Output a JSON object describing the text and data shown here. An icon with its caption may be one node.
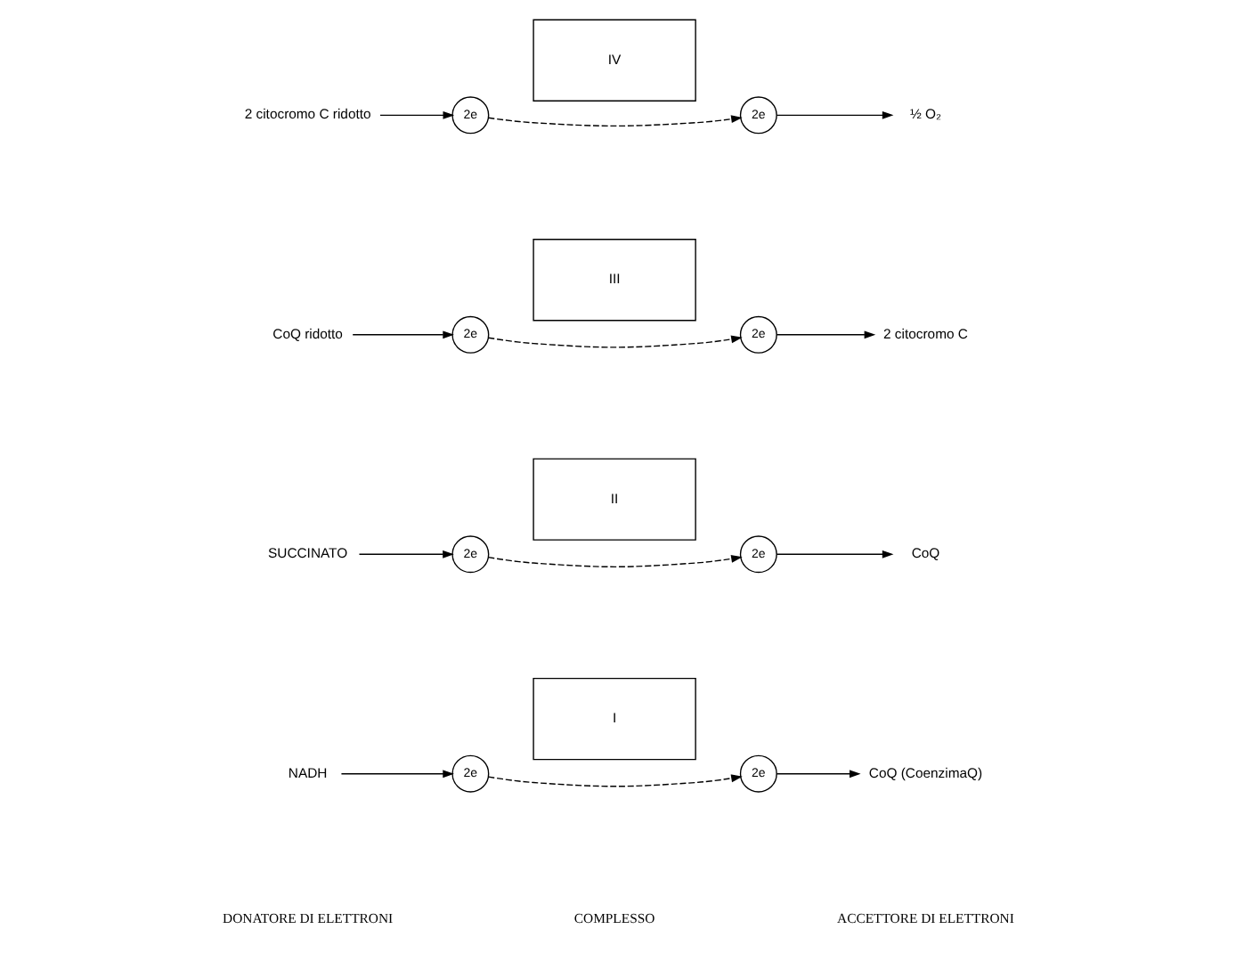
{
  "diagram": {
    "nodes": [
      {
        "text": [
          "NADH"
        ]
      },
      {
        "text": [
          "2e"
        ]
      },
      {
        "text": [
          "I"
        ]
      },
      {
        "text": [
          "2e"
        ]
      },
      {
        "text": [
          "CoQ (CoenzimaQ)"
        ]
      },
      {
        "text": [
          "SUCCINATO"
        ]
      },
      {
        "text": [
          "2e"
        ]
      },
      {
        "text": [
          "II"
        ]
      },
      {
        "text": [
          "2e"
        ]
      },
      {
        "text": [
          "CoQ"
        ]
      },
      {
        "text": [
          "CoQ ridotto"
        ]
      },
      {
        "text": [
          "2e"
        ]
      },
      {
        "text": [
          "III"
        ]
      },
      {
        "text": [
          "2e"
        ]
      },
      {
        "text": [
          "2 citocromo C"
        ]
      },
      {
        "text": [
          "2 citocromo C ridotto"
        ]
      },
      {
        "text": [
          "2e"
        ]
      },
      {
        "text": [
          "IV"
        ]
      },
      {
        "text": [
          "2e"
        ]
      },
      {
        "text": [
          "½ O₂"
        ]
      }
    ],
    "edges": [
      {
        "from": 0,
        "to": 1,
        "arrow": "to"
      },
      {
        "from": 1,
        "to": 3,
        "arrow": "to",
        "style": "dashed"
      },
      {
        "from": 3,
        "to": 4,
        "arrow": "to"
      },
      {
        "from": 5,
        "to": 6,
        "arrow": "to"
      },
      {
        "from": 6,
        "to": 8,
        "arrow": "to",
        "style": "dashed"
      },
      {
        "from": 8,
        "to": 9,
        "arrow": "to"
      },
      {
        "from": 10,
        "to": 11,
        "arrow": "to"
      },
      {
        "from": 11,
        "to": 13,
        "arrow": "to",
        "style": "dashed"
      },
      {
        "from": 13,
        "to": 14,
        "arrow": "to"
      },
      {
        "from": 15,
        "to": 16,
        "arrow": "to"
      },
      {
        "from": 16,
        "to": 18,
        "arrow": "to",
        "style": "dashed"
      },
      {
        "from": 18,
        "to": 19,
        "arrow": "to"
      }
    ],
    "labels": [
      "DONATORE DI ELETTRONI",
      "COMPLESSO",
      "ACCETTORE DI ELETTRONI"
    ]
  }
}
